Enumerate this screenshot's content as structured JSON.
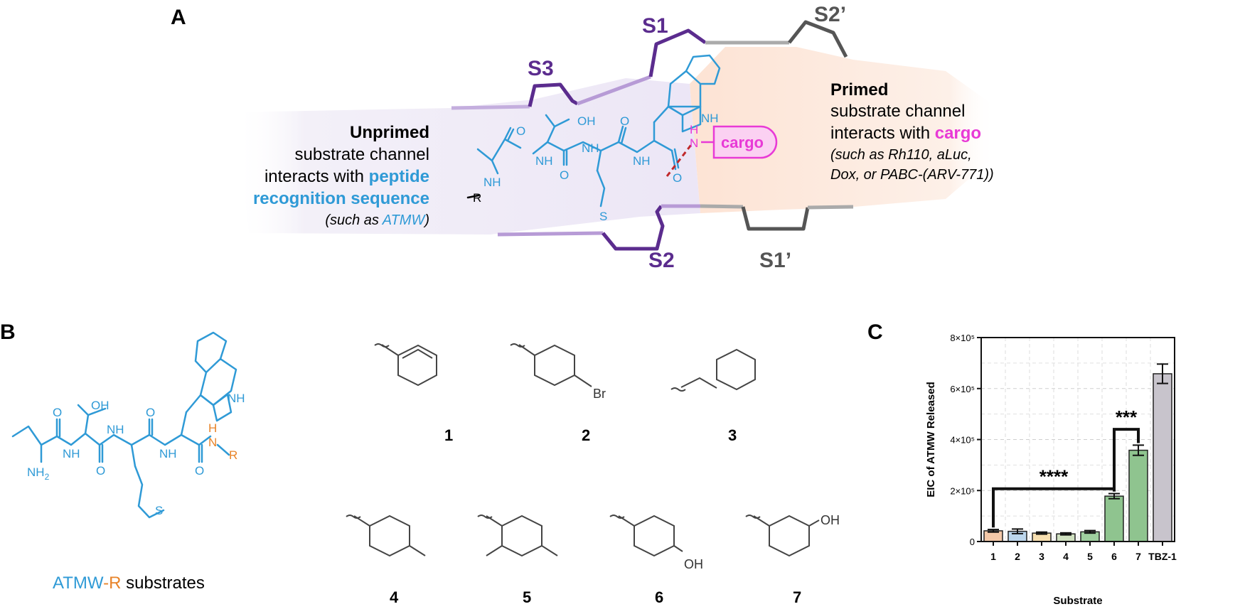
{
  "colors": {
    "peptide": "#2f9ad6",
    "cargo": "#e83ad6",
    "r_group": "#e8842a",
    "pocket_primed": "#666666",
    "pocket_unprimed": "#5b2c8e",
    "cleave": "#c0292b",
    "bar_1": "#f4c8a8",
    "bar_2": "#bcd6ec",
    "bar_3": "#f7dfb0",
    "bar_4": "#cfe0c0",
    "bar_5": "#9fcf9f",
    "bar_6": "#8fc48f",
    "bar_7": "#8fc48f",
    "bar_TBZ": "#c8c4cc"
  },
  "panel_a": {
    "label": "A",
    "pockets": {
      "s1": "S1",
      "s2": "S2",
      "s3": "S3",
      "s1p": "S1’",
      "s2p": "S2’"
    },
    "unprimed": {
      "title": "Unprimed",
      "line1": "substrate channel",
      "line2_pre": "interacts with ",
      "line2_hl": "peptide",
      "line3": "recognition sequence",
      "note_pre": "(such as ",
      "note_hl": "ATMW",
      "note_post": ")"
    },
    "primed": {
      "title": "Primed",
      "line1": "substrate channel",
      "line2_pre": "interacts with ",
      "line2_hl": "cargo",
      "note1": "(such as Rh110, aLuc,",
      "note2": "Dox, or PABC-(ARV-771))"
    },
    "structure": {
      "oh": "OH",
      "nh": "NH",
      "o": "O",
      "n_h": "N",
      "h": "H",
      "r": "R",
      "s": "S",
      "cargo": "cargo"
    }
  },
  "panel_b": {
    "label": "B",
    "struct": {
      "oh": "OH",
      "nh": "NH",
      "nh2": "NH",
      "nh2_sub": "2",
      "o": "O",
      "s": "S",
      "h": "H",
      "n": "N",
      "r": "R"
    },
    "caption_a": "ATMW",
    "caption_b": "-",
    "caption_c": "R",
    "caption_d": " substrates",
    "compounds": [
      "1",
      "2",
      "3",
      "4",
      "5",
      "6",
      "7"
    ],
    "subst": {
      "br": "Br",
      "oh6": "OH",
      "oh7": "OH"
    }
  },
  "panel_c": {
    "label": "C",
    "sig_a": "****",
    "sig_b": "***"
  },
  "chart_data": {
    "type": "bar",
    "categories": [
      "1",
      "2",
      "3",
      "4",
      "5",
      "6",
      "7",
      "TBZ-1"
    ],
    "values": [
      42000,
      40000,
      33000,
      30000,
      38000,
      178000,
      358000,
      658000
    ],
    "errors": [
      5000,
      9000,
      4000,
      4000,
      5000,
      10000,
      20000,
      38000
    ],
    "xlabel": "Substrate",
    "ylabel": "EIC of ATMW Released",
    "ylim": [
      0,
      800000
    ],
    "yticks": [
      {
        "value": 0,
        "label": "0"
      },
      {
        "value": 200000,
        "label": "2×10⁵"
      },
      {
        "value": 400000,
        "label": "4×10⁵"
      },
      {
        "value": 600000,
        "label": "6×10⁵"
      },
      {
        "value": 800000,
        "label": "8×10⁵"
      }
    ],
    "grid": true,
    "significance": [
      {
        "from": "1",
        "to": "6",
        "label": "****"
      },
      {
        "from": "6",
        "to": "7",
        "label": "***"
      }
    ]
  }
}
